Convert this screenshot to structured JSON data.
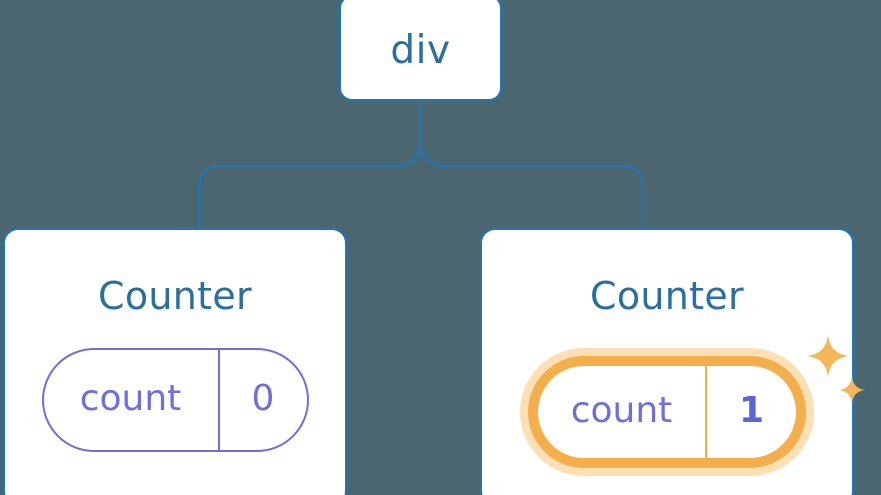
{
  "diagram": {
    "type": "component-tree",
    "title_text": "",
    "background_color": "#4c6670",
    "edge_color": "#2c719f"
  },
  "root": {
    "label": "div",
    "text_color": "#2b6f9e",
    "border_color": "#2c719f",
    "fill_color": "#ffffff"
  },
  "children": [
    {
      "id": "counter-left",
      "title": "Counter",
      "title_color": "#2b6f9e",
      "state": {
        "key": "count",
        "value": "0",
        "highlighted": false,
        "border_color": "#6c6fdc",
        "text_color": "#6c6fdc"
      }
    },
    {
      "id": "counter-right",
      "title": "Counter",
      "title_color": "#2b6f9e",
      "state": {
        "key": "count",
        "value": "1",
        "highlighted": true,
        "highlight_ring_color": "#f4ae4b",
        "highlight_glow_color": "#fcdfb4",
        "key_text_color": "#6c6fdc",
        "value_text_color": "#5b66d6",
        "sparkles": [
          "sparkle-large",
          "sparkle-small"
        ],
        "sparkle_color": "#f5b559"
      }
    }
  ]
}
